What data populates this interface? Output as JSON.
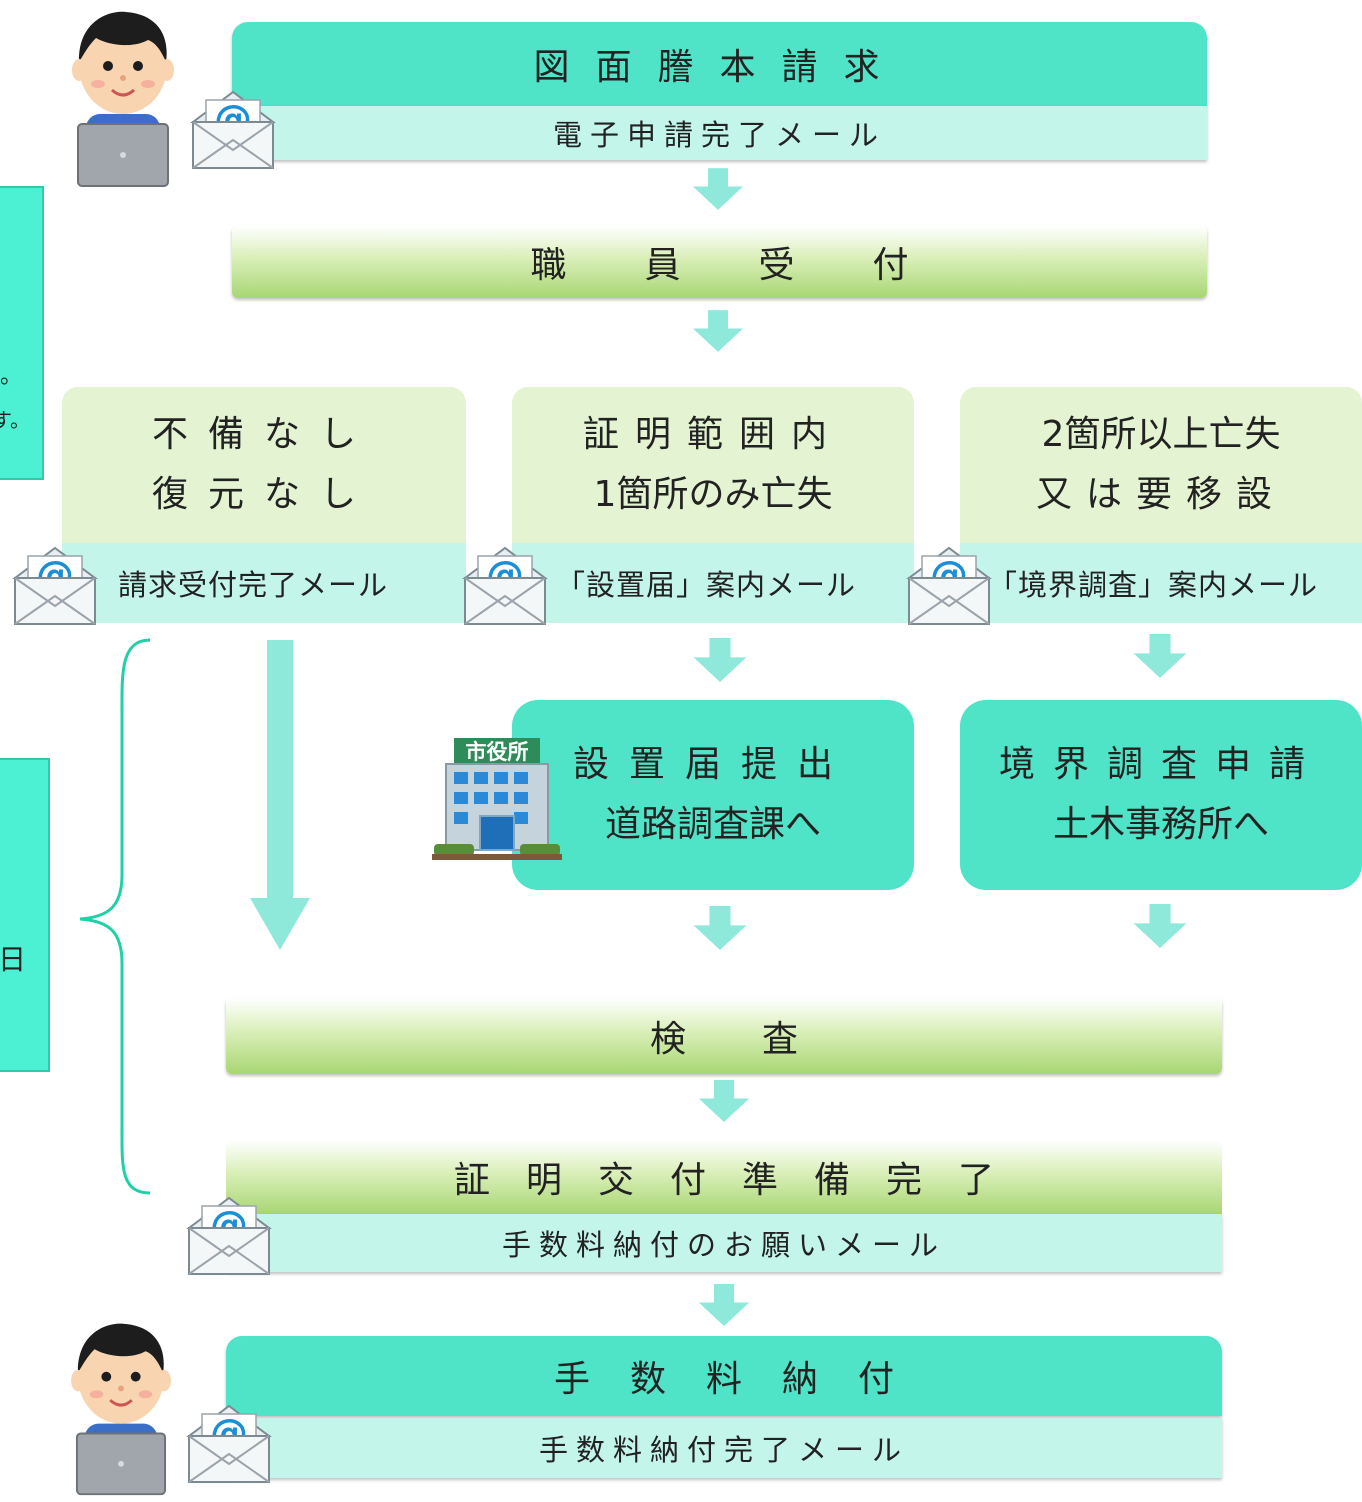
{
  "steps": {
    "request": {
      "title": "図面謄本請求",
      "mail": "電子申請完了メール"
    },
    "staff": {
      "title": "職員受付"
    },
    "branches": [
      {
        "line1": "不備なし",
        "line2": "復元なし",
        "mail": "請求受付完了メール"
      },
      {
        "line1": "証明範囲内",
        "line2": "1箇所のみ亡失",
        "mail": "「設置届」案内メール"
      },
      {
        "line1": "2箇所以上亡失",
        "line2": "又は要移設",
        "mail": "「境界調査」案内メール"
      }
    ],
    "submit": {
      "line1": "設置届提出",
      "line2": "道路調査課へ"
    },
    "survey": {
      "line1": "境界調査申請",
      "line2": "土木事務所へ"
    },
    "office_sign": "市役所",
    "inspect": {
      "title": "検査"
    },
    "ready": {
      "title": "証明交付準備完了",
      "mail": "手数料納付のお願いメール"
    },
    "fee": {
      "title": "手数料納付",
      "mail": "手数料納付完了メール"
    }
  },
  "side_notes": {
    "upper_frag1": "。",
    "upper_frag2": "す。",
    "lower_frag": "日"
  },
  "icons": {
    "mail": "envelope-at-icon",
    "person": "person-laptop-icon",
    "office": "city-hall-icon",
    "arrow": "down-arrow-icon"
  },
  "colors": {
    "teal": "#4fe3c7",
    "mint": "#c3f5ea",
    "green_bottom": "#a8d673",
    "pale_green": "#e4f4d2",
    "brace": "#1fd1a5"
  }
}
